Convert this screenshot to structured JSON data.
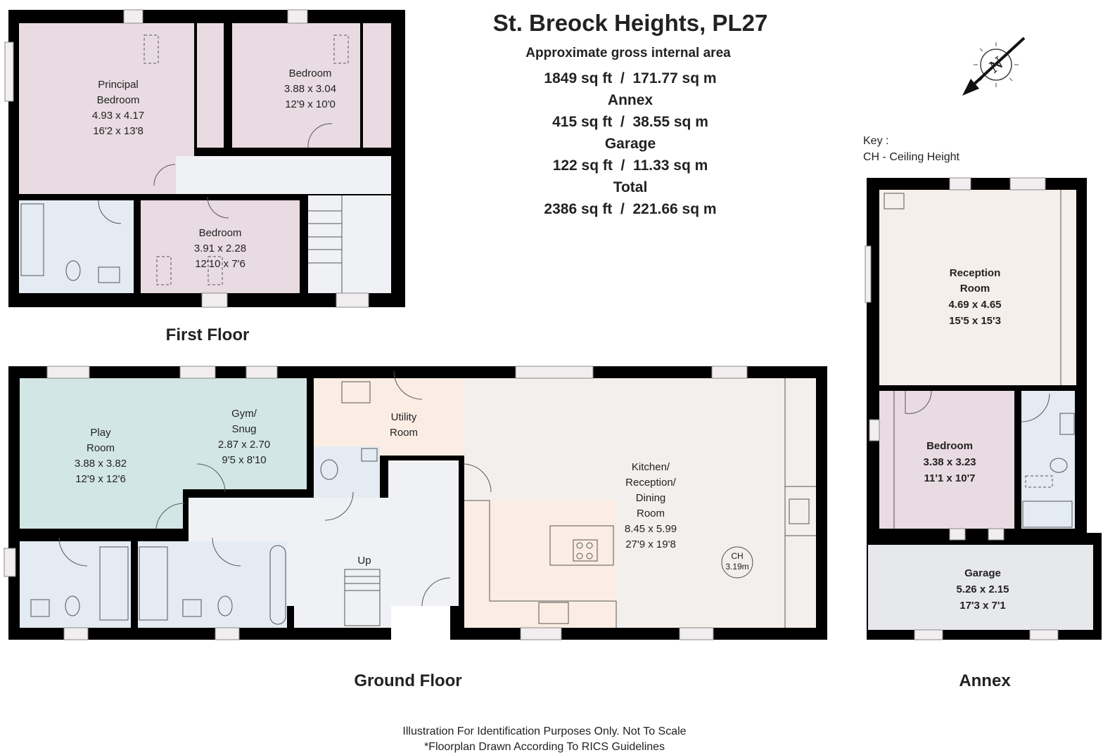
{
  "header": {
    "title": "St. Breock Heights, PL27",
    "subtitle": "Approximate gross internal area",
    "main_area": "1849 sq ft  /  171.77 sq m",
    "annex_label": "Annex",
    "annex_area": "415 sq ft  /  38.55 sq m",
    "garage_label": "Garage",
    "garage_area": "122 sq ft  /  11.33 sq m",
    "total_label": "Total",
    "total_area": "2386 sq ft  /  221.66 sq m"
  },
  "compass": {
    "label": "N"
  },
  "key": {
    "title": "Key :",
    "entry": "CH - Ceiling Height"
  },
  "first_floor": {
    "label": "First Floor",
    "rooms": [
      {
        "name1": "Principal",
        "name2": "Bedroom",
        "metric": "4.93 x 4.17",
        "imperial": "16'2 x 13'8"
      },
      {
        "name1": "Bedroom",
        "metric": "3.88 x 3.04",
        "imperial": "12'9 x 10'0"
      },
      {
        "name1": "Bedroom",
        "metric": "3.91 x 2.28",
        "imperial": "12'10 x 7'6"
      }
    ]
  },
  "ground_floor": {
    "label": "Ground Floor",
    "stairs_label": "Up",
    "rooms": [
      {
        "name1": "Play",
        "name2": "Room",
        "metric": "3.88 x 3.82",
        "imperial": "12'9 x 12'6"
      },
      {
        "name1": "Gym/",
        "name2": "Snug",
        "metric": "2.87 x 2.70",
        "imperial": "9'5 x 8'10"
      },
      {
        "name1": "Utility",
        "name2": "Room"
      },
      {
        "name1": "Kitchen/",
        "name2": "Reception/",
        "name3": "Dining",
        "name4": "Room",
        "metric": "8.45 x 5.99",
        "imperial": "27'9 x 19'8"
      }
    ],
    "ceiling_height": {
      "label": "CH",
      "value": "3.19m"
    }
  },
  "annex": {
    "label": "Annex",
    "rooms": [
      {
        "name1": "Reception",
        "name2": "Room",
        "metric": "4.69 x 4.65",
        "imperial": "15'5 x 15'3"
      },
      {
        "name1": "Bedroom",
        "metric": "3.38 x 3.23",
        "imperial": "11'1 x 10'7"
      },
      {
        "name1": "Garage",
        "metric": "5.26 x 2.15",
        "imperial": "17'3 x 7'1"
      }
    ]
  },
  "footer": {
    "line1": "Illustration For Identification Purposes Only. Not To Scale",
    "line2": "*Floorplan Drawn According To RICS Guidelines"
  }
}
